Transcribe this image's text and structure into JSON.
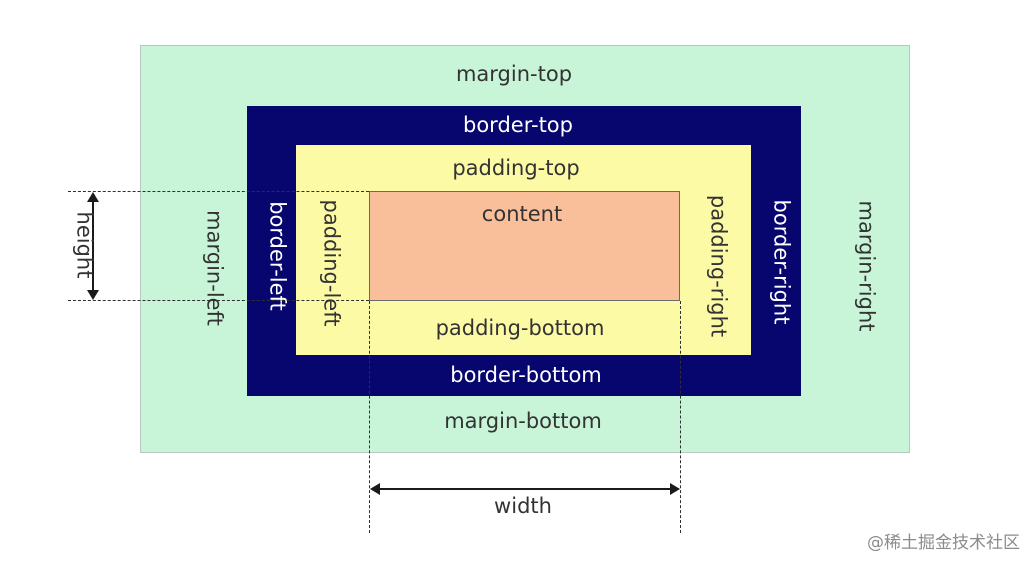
{
  "colors": {
    "margin": "#c8f5d8",
    "border": "#06066e",
    "padding": "#fdfaa6",
    "content": "#f9bf9a",
    "margin_text": "#333333",
    "border_text": "#ffffff",
    "padding_text": "#333333",
    "content_text": "#333333"
  },
  "margin": {
    "top": "margin-top",
    "bottom": "margin-bottom",
    "left": "margin-left",
    "right": "margin-right"
  },
  "border": {
    "top": "border-top",
    "bottom": "border-bottom",
    "left": "border-left",
    "right": "border-right"
  },
  "padding": {
    "top": "padding-top",
    "bottom": "padding-bottom",
    "left": "padding-left",
    "right": "padding-right"
  },
  "content": {
    "label": "content"
  },
  "dimensions": {
    "height": "height",
    "width": "width"
  },
  "watermark": "@稀土掘金技术社区"
}
